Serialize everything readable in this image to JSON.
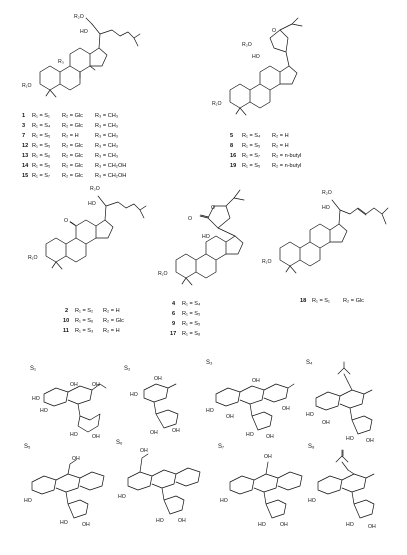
{
  "atoms": {
    "r1o": "R₁O",
    "r2o": "R₂O",
    "ho": "HO",
    "o": "O",
    "oh": "OH",
    "ho_s": "HO",
    "r3": "R₃"
  },
  "compounds": {
    "top_left": {
      "lines": [
        {
          "num": "1",
          "r1": "R₁ = S₁",
          "r2": "R₂ = Glc",
          "r3": "R₃ = CH₃"
        },
        {
          "num": "3",
          "r1": "R₁ = S₄",
          "r2": "R₂ = Glc",
          "r3": "R₃ = CH₃"
        },
        {
          "num": "7",
          "r1": "R₁ = S₅",
          "r2": "R₂ = H",
          "r3": "R₃ = CH₃"
        },
        {
          "num": "12",
          "r1": "R₁ = S₅",
          "r2": "R₂ = Glc",
          "r3": "R₃ = CH₃"
        },
        {
          "num": "13",
          "r1": "R₁ = S₆",
          "r2": "R₂ = Glc",
          "r3": "R₃ = CH₃"
        },
        {
          "num": "14",
          "r1": "R₁ = S₅",
          "r2": "R₂ = Glc",
          "r3": "R₃ = CH₂OH"
        },
        {
          "num": "15",
          "r1": "R₁ = S₇",
          "r2": "R₂ = Glc",
          "r3": "R₃ = CH₂OH"
        }
      ]
    },
    "top_right": {
      "lines": [
        {
          "num": "5",
          "r1": "R₁ = S₄",
          "r2": "R₂ = H"
        },
        {
          "num": "8",
          "r1": "R₁ = S₅",
          "r2": "R₂ = H"
        },
        {
          "num": "16",
          "r1": "R₁ = S₇",
          "r2": "R₂ = n-butyl"
        },
        {
          "num": "19",
          "r1": "R₁ = S₅",
          "r2": "R₂ = n-butyl"
        }
      ]
    },
    "mid_left": {
      "lines": [
        {
          "num": "2",
          "r1": "R₁ = S₂",
          "r2": "R₂ = H"
        },
        {
          "num": "10",
          "r1": "R₁ = S₆",
          "r2": "R₂ = Glc"
        },
        {
          "num": "11",
          "r1": "R₁ = S₃",
          "r2": "R₂ = H"
        }
      ]
    },
    "mid_center": {
      "lines": [
        {
          "num": "4",
          "r1": "R₁ = S₄"
        },
        {
          "num": "6",
          "r1": "R₁ = S₅"
        },
        {
          "num": "9",
          "r1": "R₁ = S₅"
        },
        {
          "num": "17",
          "r1": "R₁ = S₈"
        }
      ]
    },
    "mid_right": {
      "lines": [
        {
          "num": "18",
          "r1": "R₁ = S₁",
          "r2": "R₂ = Glc"
        }
      ]
    }
  },
  "sugars": {
    "s1": "S₁",
    "s2": "S₂",
    "s3": "S₃",
    "s4": "S₄",
    "s5": "S₅",
    "s6": "S₆",
    "s7": "S₇",
    "s8": "S₈"
  }
}
